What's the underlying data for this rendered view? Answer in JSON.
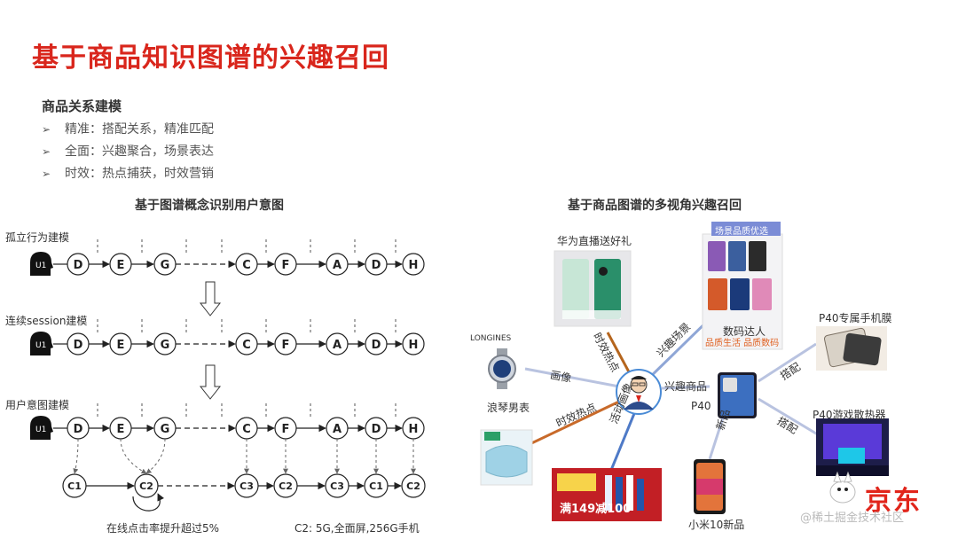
{
  "title": "基于商品知识图谱的兴趣召回",
  "modeling": {
    "heading": "商品关系建模",
    "bullets": [
      "精准：搭配关系，精准匹配",
      "全面：兴趣聚合，场景表达",
      "时效：热点捕获，时效营销"
    ]
  },
  "left_diagram": {
    "title": "基于图谱概念识别用户意图",
    "user_label": "U1",
    "rows": [
      {
        "label": "孤立行为建模",
        "nodes": [
          "D",
          "E",
          "G",
          "C",
          "F",
          "A",
          "D",
          "H"
        ]
      },
      {
        "label": "连续session建模",
        "nodes": [
          "D",
          "E",
          "G",
          "C",
          "F",
          "A",
          "D",
          "H"
        ]
      },
      {
        "label": "用户意图建模",
        "nodes": [
          "D",
          "E",
          "G",
          "C",
          "F",
          "A",
          "D",
          "H"
        ]
      }
    ],
    "concept_nodes": [
      "C1",
      "C2",
      "C3",
      "C2",
      "C3",
      "C1",
      "C2"
    ],
    "note_left": "在线点击率提升超过5%",
    "note_right": "C2: 5G,全面屏,256G手机"
  },
  "right_diagram": {
    "title": "基于商品图谱的多视角兴趣召回",
    "center_label": "兴趣商品",
    "product_label": "P40",
    "items": [
      {
        "name": "华为直播送好礼",
        "edge": "时效热点",
        "color": "#b5651d"
      },
      {
        "name": "数码达人",
        "edge": "兴趣场景",
        "color": "#8fa6d6",
        "badge": "场景品质优选",
        "sub": "品质生活 品质数码"
      },
      {
        "name": "浪琴男表",
        "edge": "画像",
        "color": "#b9c3e0",
        "brand": "LONGINES"
      },
      {
        "name": "",
        "edge": "时效热点",
        "color": "#c86a2a"
      },
      {
        "name": "",
        "edge": "活动画像",
        "color": "#4e7ac7",
        "promo": "满149减100"
      },
      {
        "name": "小米10新品",
        "edge": "新品",
        "color": "#b9c3e0"
      },
      {
        "name": "P40专属手机膜",
        "edge": "搭配",
        "color": "#b9c3e0"
      },
      {
        "name": "P40游戏散热器",
        "edge": "搭配",
        "color": "#b9c3e0"
      }
    ]
  },
  "brand_logo": "京东",
  "watermark": "@稀土掘金技术社区",
  "colors": {
    "title": "#d9261c",
    "node_stroke": "#222222",
    "dashed": "#555555"
  }
}
